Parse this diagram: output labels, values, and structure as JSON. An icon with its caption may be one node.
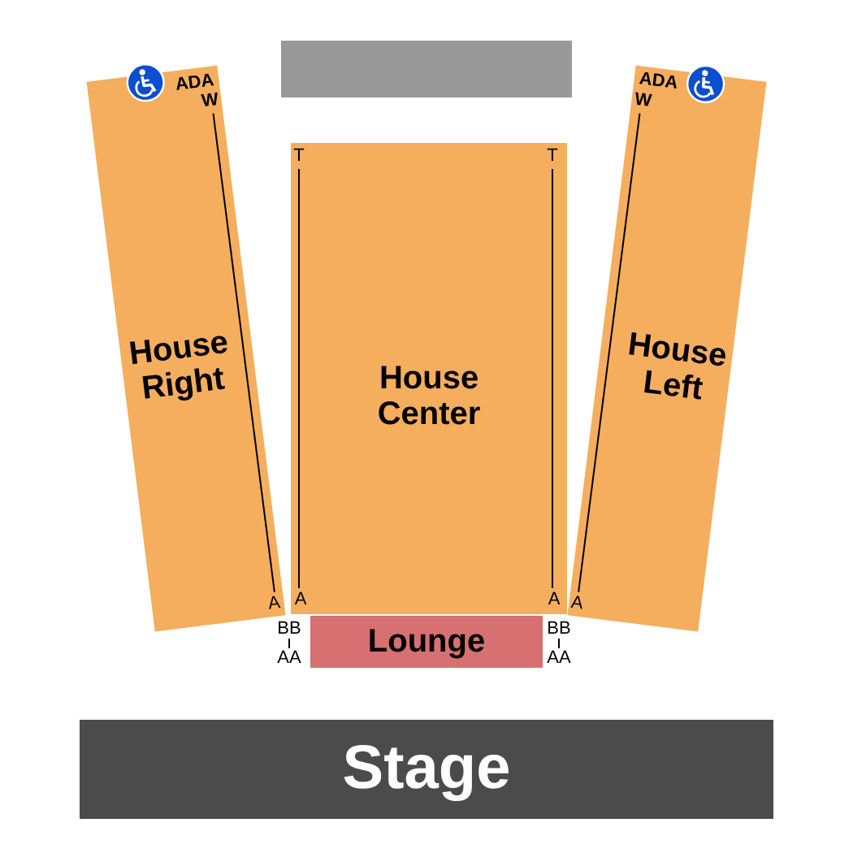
{
  "diagram": {
    "nodes": [
      {
        "text": [],
        "shape": "box"
      },
      {
        "text": [
          "House Right",
          "ADA",
          "W",
          "A"
        ]
      },
      {
        "text": [
          "House Center",
          "T",
          "T",
          "A",
          "A"
        ]
      },
      {
        "text": [
          "House Left",
          "ADA",
          "W",
          "A"
        ]
      },
      {
        "text": [
          "Lounge"
        ]
      },
      {
        "text": [
          "Stage"
        ]
      }
    ],
    "labels": [
      "BB",
      "BB",
      "AA",
      "AA"
    ]
  }
}
